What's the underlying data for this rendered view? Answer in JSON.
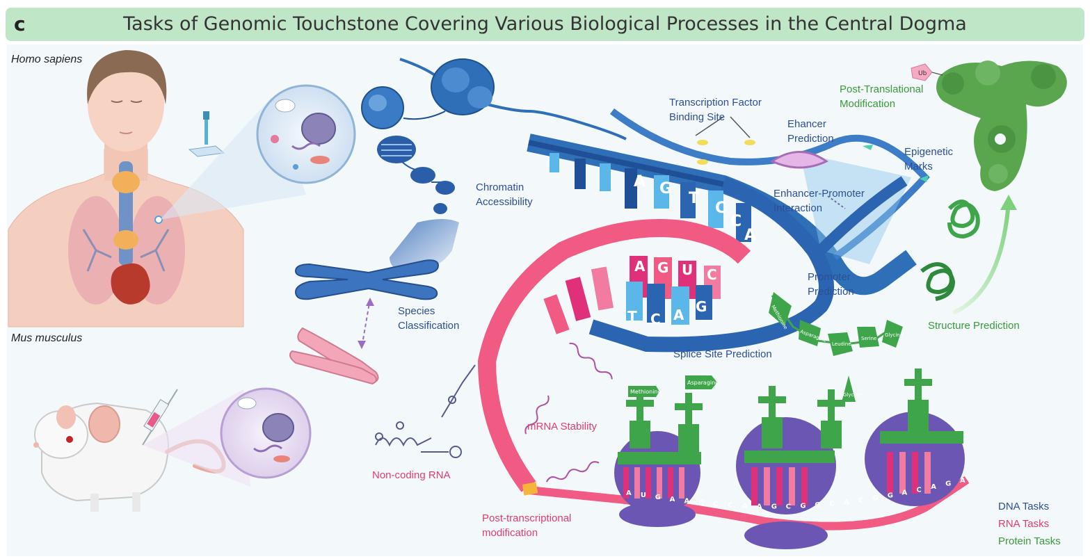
{
  "header": {
    "panel_letter": "c",
    "title": "Tasks of Genomic Touchstone Covering Various Biological Processes in the Central Dogma"
  },
  "organisms": {
    "human": "Homo sapiens",
    "mouse": "Mus musculus"
  },
  "labels": {
    "chromatin_accessibility": [
      "Chromatin",
      "Accessibility"
    ],
    "species_classification": [
      "Species",
      "Classification"
    ],
    "tfbs": [
      "Transcription Factor",
      "Binding Site"
    ],
    "enhancer_prediction": [
      "Ehancer",
      "Prediction"
    ],
    "epigenetic_marks": [
      "Epigenetic",
      "Marks"
    ],
    "enhancer_promoter": [
      "Enhancer-Promoter",
      "Interaction"
    ],
    "promoter_prediction": [
      "Promoter",
      "Prediction"
    ],
    "splice_site": "Splice Site Prediction",
    "mrna_stability": "mRNA Stability",
    "noncoding_rna": "Non-coding RNA",
    "post_transcriptional": [
      "Post-transcriptional",
      "modification"
    ],
    "ptm": [
      "Post-Translational",
      "Modification"
    ],
    "structure_prediction": "Structure Prediction",
    "ubiquitin_tag": "Ub"
  },
  "dna_bases": [
    "A",
    "G",
    "T",
    "C",
    "C",
    "A"
  ],
  "rna_bases_top": [
    "A",
    "G",
    "U",
    "C"
  ],
  "dna_bases_bottom": [
    "T",
    "C",
    "A",
    "G"
  ],
  "mrna_sequence": [
    "A",
    "U",
    "G",
    "A",
    "A",
    "C",
    "C",
    "C",
    "A",
    "A",
    "G",
    "C",
    "G",
    "G",
    "C",
    "A",
    "C",
    "G",
    "G",
    "A",
    "C",
    "A",
    "G",
    "A"
  ],
  "amino_acids_chain": [
    "Methionine",
    "Asparagine",
    "Leudine",
    "Serine",
    "Glycine"
  ],
  "trna_flags": [
    "Methionine",
    "Asparagine",
    "Glycine"
  ],
  "legend": {
    "dna": "DNA Tasks",
    "rna": "RNA Tasks",
    "protein": "Protein Tasks"
  },
  "colors": {
    "dna": "#2c4f96",
    "rna": "#e03d6e",
    "protein": "#3a9a3a",
    "header_bg": "#bfe6c7"
  }
}
